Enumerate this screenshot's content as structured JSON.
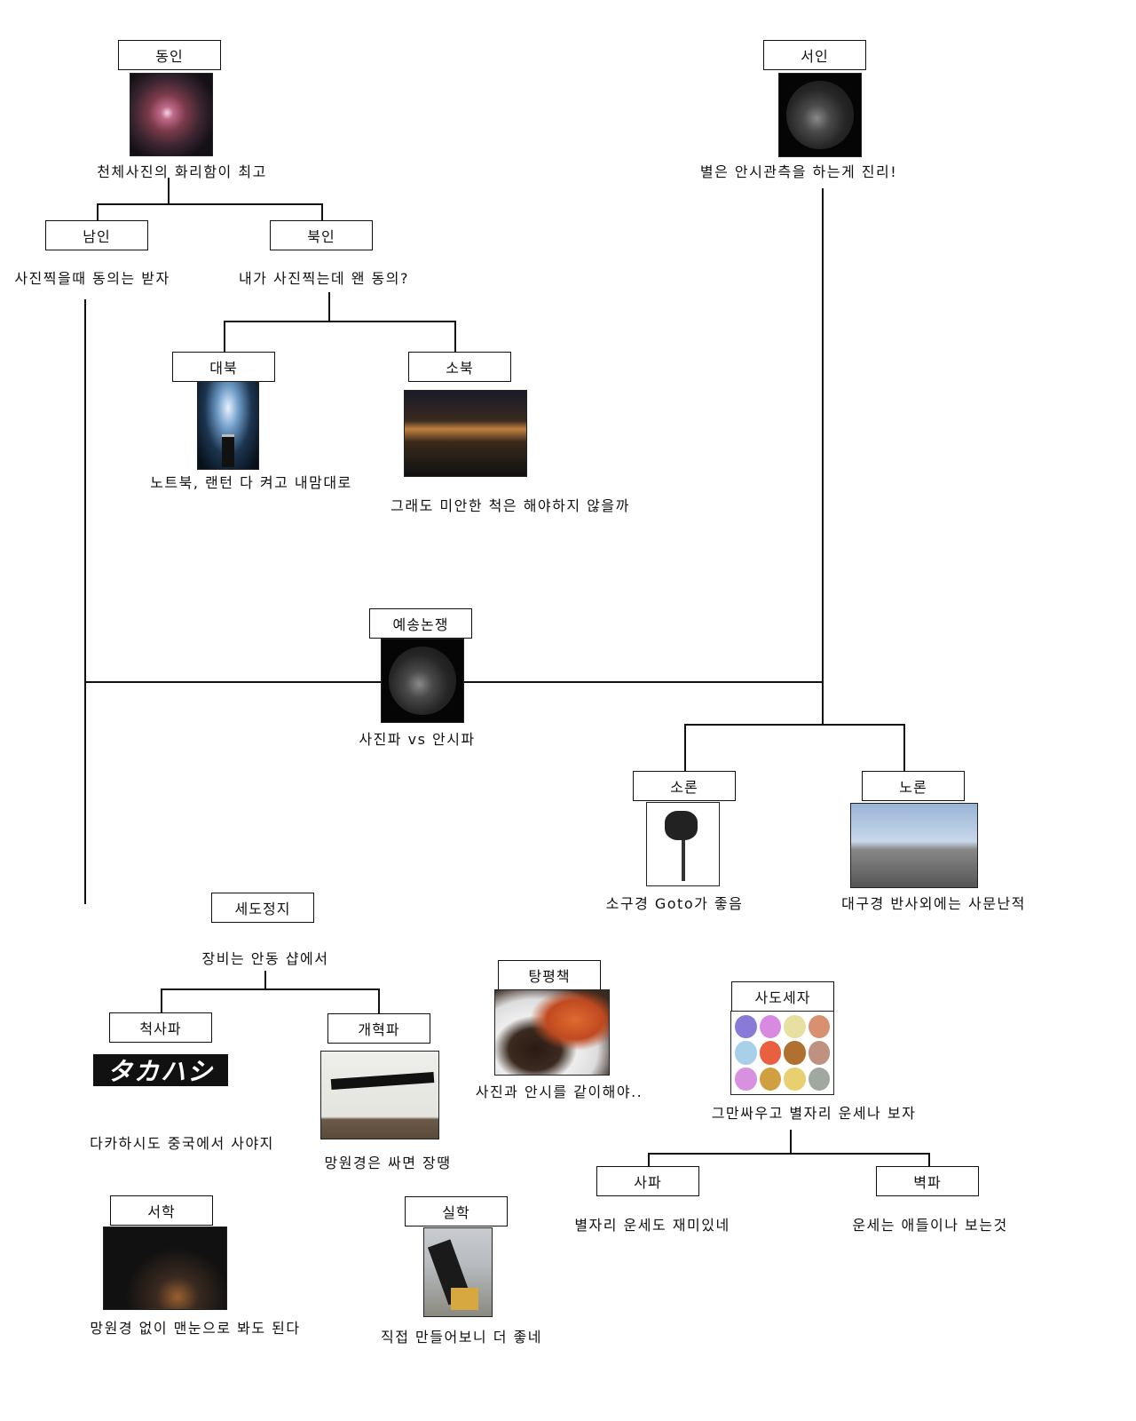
{
  "nodes": {
    "dongin": {
      "label": "동인",
      "caption": "천체사진의 화리함이 최고"
    },
    "seoin": {
      "label": "서인",
      "caption": "별은 안시관측을 하는게 진리!"
    },
    "namin": {
      "label": "남인",
      "caption": "사진찍을때 동의는 받자"
    },
    "bukin": {
      "label": "북인",
      "caption": "내가 사진찍는데 왠 동의?"
    },
    "daebuk": {
      "label": "대북",
      "caption": "노트북, 랜턴 다 켜고 내맘대로"
    },
    "sobuk": {
      "label": "소북",
      "caption": "그래도 미안한 척은 해야하지 않을까"
    },
    "yesong": {
      "label": "예송논쟁",
      "caption": "사진파 vs 안시파"
    },
    "soron": {
      "label": "소론",
      "caption": "소구경 Goto가 좋음"
    },
    "noron": {
      "label": "노론",
      "caption": "대구경 반사외에는 사문난적"
    },
    "sedo": {
      "label": "세도정지",
      "caption": "장비는 안동 샵에서"
    },
    "cheoksa": {
      "label": "척사파",
      "caption": "다카하시도 중국에서 사야지",
      "logo_text": "タカハシ"
    },
    "gaehyeok": {
      "label": "개혁파",
      "caption": "망원경은 싸면 장땡"
    },
    "tangpyeong": {
      "label": "탕평책",
      "caption": "사진과 안시를 같이해야.."
    },
    "sado": {
      "label": "사도세자",
      "caption": "그만싸우고 별자리 운세나 보자"
    },
    "sapa": {
      "label": "사파",
      "caption": "별자리 운세도 재미있네"
    },
    "byeokpa": {
      "label": "벽파",
      "caption": "운세는 애들이나 보는것"
    },
    "seohak": {
      "label": "서학",
      "caption": "망원경 없이 맨눈으로 봐도 된다"
    },
    "silhak": {
      "label": "실학",
      "caption": "직접 만들어보니 더 좋네"
    }
  }
}
